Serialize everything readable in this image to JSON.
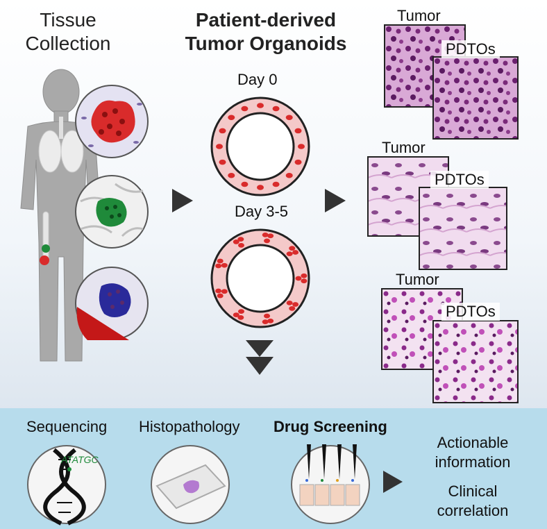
{
  "tissue": {
    "title_line1": "Tissue",
    "title_line2": "Collection"
  },
  "organoids": {
    "title_line1": "Patient-derived",
    "title_line2": "Tumor Organoids",
    "day0": "Day 0",
    "day35": "Day 3-5"
  },
  "histology": {
    "tumor": "Tumor",
    "pdtos": "PDTOs"
  },
  "bottom": {
    "sequencing": "Sequencing",
    "histopathology": "Histopathology",
    "drug_screening": "Drug Screening",
    "dna_seq": "ATATGC",
    "actionable_1": "Actionable",
    "actionable_2": "information",
    "clinical_1": "Clinical",
    "clinical_2": "correlation"
  },
  "colors": {
    "band": "#b7dcec",
    "tumor_red": "#d92b2b",
    "tumor_green": "#1f8a3a",
    "tumor_blue": "#2a2a9a",
    "stain_purple": "#7a2a7a",
    "ring_pink": "#f4c9c9"
  }
}
